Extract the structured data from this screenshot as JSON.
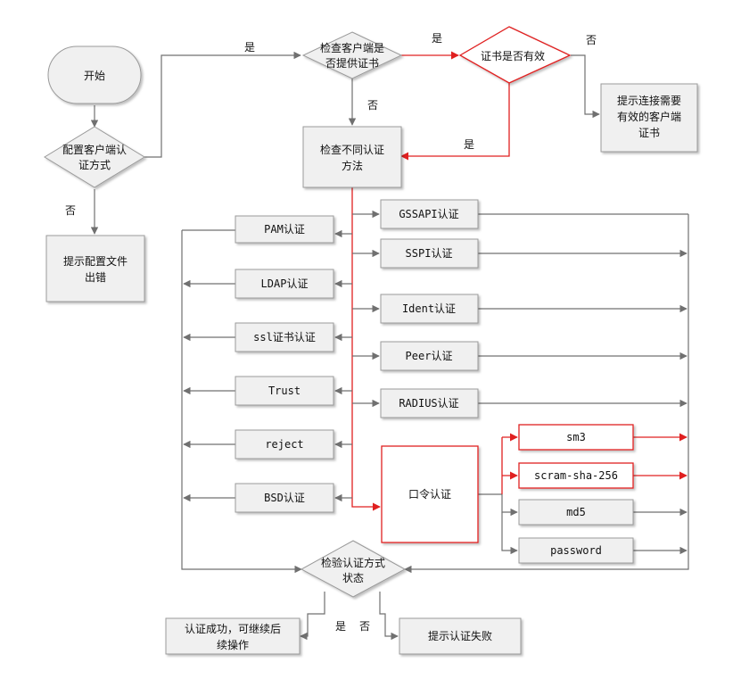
{
  "nodes": {
    "start": "开始",
    "config_auth": [
      "配置客户端认",
      "证方式"
    ],
    "config_error": [
      "提示配置文件",
      "出错"
    ],
    "check_client_cert": [
      "检查客户端是",
      "否提供证书"
    ],
    "cert_valid": "证书是否有效",
    "need_cert": [
      "提示连接需要",
      "有效的客户端",
      "证书"
    ],
    "check_methods": [
      "检查不同认证",
      "方法"
    ],
    "pam": "PAM认证",
    "ldap": "LDAP认证",
    "ssl_cert": "ssl证书认证",
    "trust": "Trust",
    "reject": "reject",
    "bsd": "BSD认证",
    "gssapi": "GSSAPI认证",
    "sspi": "SSPI认证",
    "ident": "Ident认证",
    "peer": "Peer认证",
    "radius": "RADIUS认证",
    "password_auth": "口令认证",
    "sm3": "sm3",
    "scram": "scram-sha-256",
    "md5": "md5",
    "password": "password",
    "check_status": [
      "检验认证方式",
      "状态"
    ],
    "auth_success": [
      "认证成功，可继续后",
      "续操作"
    ],
    "auth_fail": "提示认证失败"
  },
  "edge_labels": {
    "yes": "是",
    "no": "否"
  },
  "colors": {
    "box_fill": "#f0f0f0",
    "box_stroke": "#9a9a9a",
    "line": "#707070",
    "highlight": "#e02020"
  }
}
